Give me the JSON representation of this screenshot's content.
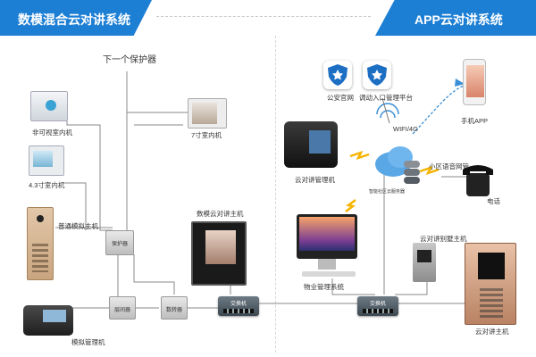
{
  "left_header": {
    "title": "数模混合云对讲系统",
    "color": "#1d7fd4"
  },
  "right_header": {
    "title": "APP云对讲系统",
    "color": "#1d7fd4"
  },
  "labels": {
    "next_protector": "下一个保护器",
    "non_video_indoor": "非可视室内机",
    "indoor_43": "4.3寸室内机",
    "indoor_7": "7寸室内机",
    "analog_host": "普通模拟主机",
    "digital_host": "数模云对讲主机",
    "analog_manager": "模拟管理机",
    "cloud_manager": "云对讲管理机",
    "police_net": "公安官网",
    "entry_platform": "调动入口管理平台",
    "wifi_4g": "WIFI/4G",
    "phone_app": "手机APP",
    "community_net": "小区语音网管",
    "cloud_server": "智能社区云服务器",
    "telephone": "电话",
    "property_system": "物业管理系统",
    "villa_host": "云对讲别墅主机",
    "cloud_host": "云对讲主机"
  },
  "device_text": {
    "switch_left": "交换机",
    "switch_right": "交换机",
    "splitter_1": "层间器",
    "splitter_2": "数转器",
    "protector": "保护器"
  }
}
